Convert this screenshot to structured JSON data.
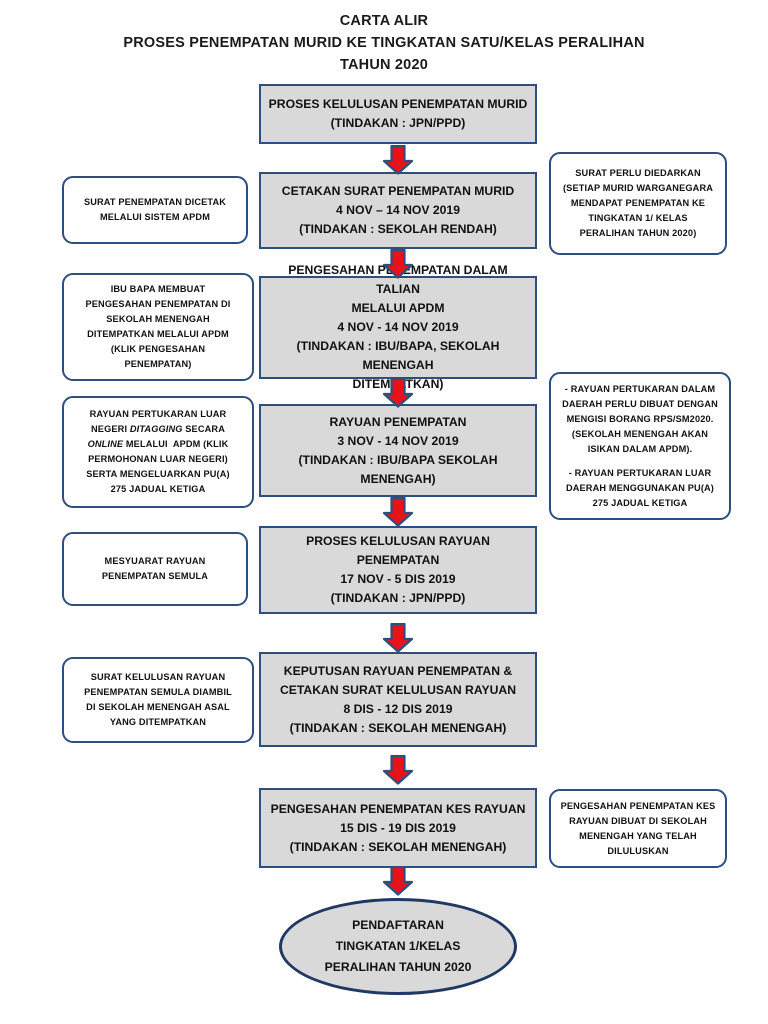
{
  "title": {
    "line1": "CARTA ALIR",
    "line2": "PROSES PENEMPATAN MURID KE TINGKATAN SATU/KELAS PERALIHAN",
    "line3": "TAHUN 2020"
  },
  "colors": {
    "box_fill": "#D9D9D9",
    "box_border": "#2E4E7E",
    "note_fill": "#FFFFFF",
    "arrow_fill": "#E8131A",
    "arrow_stroke": "#2E4E7E",
    "terminator_border": "#1F3864"
  },
  "steps": [
    {
      "id": "proses-kelulusan-penempatan-murid",
      "lines": [
        "PROSES KELULUSAN PENEMPATAN MURID",
        "(TINDAKAN : JPN/PPD)"
      ]
    },
    {
      "id": "cetakan-surat-penempatan-murid",
      "lines": [
        "CETAKAN SURAT PENEMPATAN MURID",
        "4 NOV – 14 NOV 2019",
        "(TINDAKAN : SEKOLAH RENDAH)"
      ]
    },
    {
      "id": "pengesahan-penempatan-dalam-talian",
      "lines": [
        "PENGESAHAN PENEMPATAN DALAM TALIAN",
        "MELALUI APDM",
        "4 NOV - 14 NOV 2019",
        "(TINDAKAN : IBU/BAPA, SEKOLAH MENENGAH",
        "DITEMPATKAN)"
      ]
    },
    {
      "id": "rayuan-penempatan",
      "lines": [
        "RAYUAN PENEMPATAN",
        "3 NOV - 14 NOV 2019",
        "(TINDAKAN : IBU/BAPA SEKOLAH",
        "MENENGAH)"
      ]
    },
    {
      "id": "proses-kelulusan-rayuan-penempatan",
      "lines": [
        "PROSES KELULUSAN RAYUAN PENEMPATAN",
        "17 NOV - 5 DIS 2019",
        "(TINDAKAN : JPN/PPD)"
      ]
    },
    {
      "id": "keputusan-rayuan-penempatan",
      "lines": [
        "KEPUTUSAN RAYUAN PENEMPATAN &",
        "CETAKAN SURAT KELULUSAN RAYUAN",
        "8 DIS - 12 DIS 2019",
        "(TINDAKAN : SEKOLAH MENENGAH)"
      ]
    },
    {
      "id": "pengesahan-penempatan-kes-rayuan",
      "lines": [
        "PENGESAHAN PENEMPATAN KES RAYUAN",
        "15 DIS - 19 DIS 2019",
        "(TINDAKAN : SEKOLAH MENENGAH)"
      ]
    }
  ],
  "terminator": {
    "id": "pendaftaran-tingkatan-1",
    "lines": [
      "PENDAFTARAN",
      "TINGKATAN 1/KELAS",
      "PERALIHAN TAHUN 2020"
    ]
  },
  "notes_left": [
    {
      "id": "note-surat-penempatan-dicetak",
      "html": "SURAT PENEMPATAN DICETAK<br>MELALUI SISTEM <b>APDM</b>"
    },
    {
      "id": "note-ibu-bapa-membuat-pengesahan",
      "html": "IBU BAPA MEMBUAT<br>PENGESAHAN PENEMPATAN DI<br>SEKOLAH MENENGAH<br>DITEMPATKAN MELALUI APDM<br><b>(KLIK PENGESAHAN<br>PENEMPATAN)</b>"
    },
    {
      "id": "note-rayuan-pertukaran-luar-negeri",
      "html": "RAYUAN PERTUKARAN LUAR<br>NEGERI <i>DITAGGING</i> SECARA<br><i>ONLINE</i> MELALUI&nbsp; APDM (KLIK<br>PERMOHONAN LUAR NEGERI)<br>SERTA MENGELUARKAN <b>PU</b>(A)<br><b>275 JADUAL KETIGA</b>"
    },
    {
      "id": "note-mesyuarat-rayuan",
      "html": "MESYUARAT RAYUAN<br>PENEMPATAN SEMULA"
    },
    {
      "id": "note-surat-kelulusan-rayuan",
      "html": "SURAT KELULUSAN RAYUAN<br>PENEMPATAN SEMULA DIAMBIL<br>DI SEKOLAH MENENGAH ASAL<br>YANG DITEMPATKAN"
    }
  ],
  "notes_right": [
    {
      "id": "note-surat-perlu-diedarkan",
      "html": "SURAT PERLU DIEDARKAN<br>(SETIAP MURID WARGANEGARA<br>MENDAPAT PENEMPATAN KE<br>TINGKATAN 1/ KELAS<br>PERALIHAN TAHUN <b>2020</b>)"
    },
    {
      "id": "note-rayuan-pertukaran-dalam-daerah",
      "html": "- RAYUAN PERTUKARAN DALAM<br>DAERAH PERLU DIBUAT DENGAN<br>MENGISI <b>BORANG RPS/SM2020.</b><br>(SEKOLAH MENENGAH AKAN<br>ISIKAN DALAM APDM).<span class=\"gap\"></span>- RAYUAN PERTUKARAN LUAR<br>DAERAH MENGGUNAKAN <b>PU</b>(A)<br><b>275 JADUAL KETIGA</b>"
    },
    {
      "id": "note-pengesahan-kes-rayuan-sekolah",
      "html": "PENGESAHAN PENEMPATAN KES<br>RAYUAN DIBUAT DI SEKOLAH<br>MENENGAH YANG TELAH<br>DILULUSKAN"
    }
  ],
  "arrows": [
    {
      "id": "arrow-1",
      "from": "proses-kelulusan-penempatan-murid",
      "to": "cetakan-surat-penempatan-murid"
    },
    {
      "id": "arrow-2",
      "from": "cetakan-surat-penempatan-murid",
      "to": "pengesahan-penempatan-dalam-talian"
    },
    {
      "id": "arrow-3",
      "from": "pengesahan-penempatan-dalam-talian",
      "to": "rayuan-penempatan"
    },
    {
      "id": "arrow-4",
      "from": "rayuan-penempatan",
      "to": "proses-kelulusan-rayuan-penempatan"
    },
    {
      "id": "arrow-5",
      "from": "proses-kelulusan-rayuan-penempatan",
      "to": "keputusan-rayuan-penempatan"
    },
    {
      "id": "arrow-6",
      "from": "keputusan-rayuan-penempatan",
      "to": "pengesahan-penempatan-kes-rayuan"
    },
    {
      "id": "arrow-7",
      "from": "pengesahan-penempatan-kes-rayuan",
      "to": "pendaftaran-tingkatan-1"
    }
  ]
}
